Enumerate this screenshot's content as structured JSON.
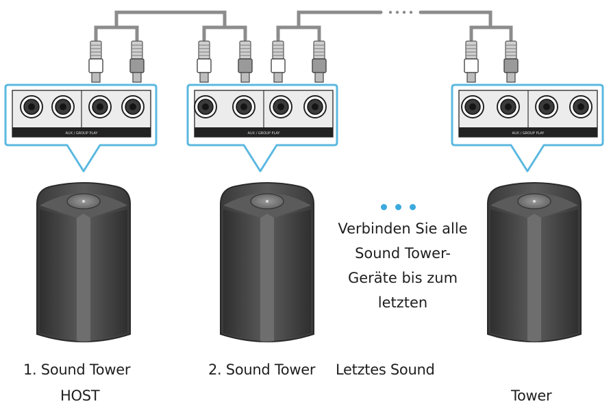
{
  "towers": [
    {
      "number_label": "1. Sound Tower",
      "role_label": "HOST"
    },
    {
      "number_label": "2. Sound Tower"
    },
    {
      "number_label": "Letztes Sound",
      "role_label": "Tower"
    }
  ],
  "message": {
    "lines": [
      "Verbinden Sie alle",
      "Sound Tower-",
      "Geräte bis zum",
      "letzten"
    ]
  },
  "panel_caption": "AUX / GROUP PLAY",
  "colors": {
    "callout_border": "#5bb8e0",
    "accent_dots": "#3aa9de",
    "speaker_body": "#4a4a4a",
    "cable": "#8c8c8c"
  },
  "icons": [
    "rca-plug-icon",
    "jack-socket-icon",
    "ellipsis-dots-icon"
  ]
}
